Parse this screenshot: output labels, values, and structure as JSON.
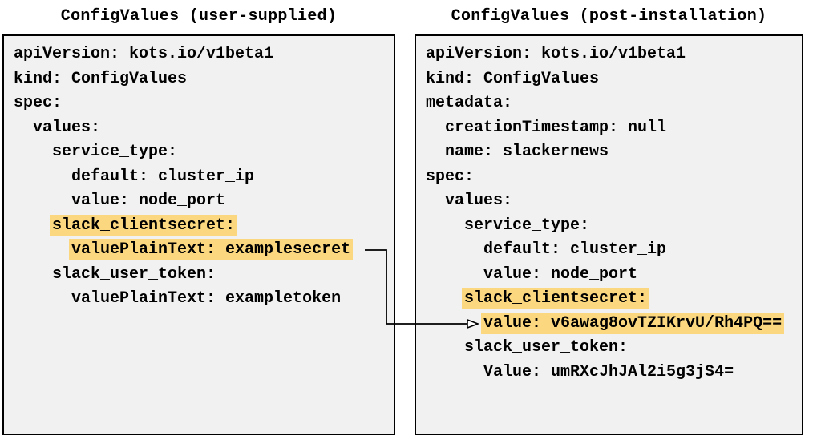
{
  "colors": {
    "page_bg": "#ffffff",
    "panel_bg": "#f1f1f1",
    "panel_border": "#000000",
    "highlight": "#fbd87f",
    "arrow": "#000000",
    "text": "#000000"
  },
  "panels": [
    {
      "id": "user-supplied",
      "title": "ConfigValues (user-supplied)",
      "lines": [
        {
          "indent": 0,
          "text": "apiVersion: kots.io/v1beta1",
          "highlight": false
        },
        {
          "indent": 0,
          "text": "kind: ConfigValues",
          "highlight": false
        },
        {
          "indent": 0,
          "text": "spec:",
          "highlight": false
        },
        {
          "indent": 2,
          "text": "values:",
          "highlight": false
        },
        {
          "indent": 4,
          "text": "service_type:",
          "highlight": false
        },
        {
          "indent": 6,
          "text": "default: cluster_ip",
          "highlight": false
        },
        {
          "indent": 6,
          "text": "value: node_port",
          "highlight": false
        },
        {
          "indent": 4,
          "text": "slack_clientsecret:",
          "highlight": true
        },
        {
          "indent": 6,
          "text": "valuePlainText: examplesecret",
          "highlight": true
        },
        {
          "indent": 4,
          "text": "slack_user_token:",
          "highlight": false
        },
        {
          "indent": 6,
          "text": "valuePlainText: exampletoken",
          "highlight": false
        }
      ]
    },
    {
      "id": "post-installation",
      "title": "ConfigValues (post-installation)",
      "lines": [
        {
          "indent": 0,
          "text": "apiVersion: kots.io/v1beta1",
          "highlight": false
        },
        {
          "indent": 0,
          "text": "kind: ConfigValues",
          "highlight": false
        },
        {
          "indent": 0,
          "text": "metadata:",
          "highlight": false
        },
        {
          "indent": 2,
          "text": "creationTimestamp: null",
          "highlight": false
        },
        {
          "indent": 2,
          "text": "name: slackernews",
          "highlight": false
        },
        {
          "indent": 0,
          "text": "spec:",
          "highlight": false
        },
        {
          "indent": 2,
          "text": "values:",
          "highlight": false
        },
        {
          "indent": 4,
          "text": "service_type:",
          "highlight": false
        },
        {
          "indent": 6,
          "text": "default: cluster_ip",
          "highlight": false
        },
        {
          "indent": 6,
          "text": "value: node_port",
          "highlight": false
        },
        {
          "indent": 4,
          "text": "slack_clientsecret:",
          "highlight": true
        },
        {
          "indent": 6,
          "text": "value: v6awag8ovTZIKrvU/Rh4PQ==",
          "highlight": true
        },
        {
          "indent": 4,
          "text": "slack_user_token:",
          "highlight": false
        },
        {
          "indent": 6,
          "text": "Value: umRXcJhJAl2i5g3jS4="
        }
      ]
    }
  ],
  "arrow": {
    "from_text": "valuePlainText: examplesecret",
    "to_text": "value: v6awag8ovTZIKrvU/Rh4PQ=="
  }
}
